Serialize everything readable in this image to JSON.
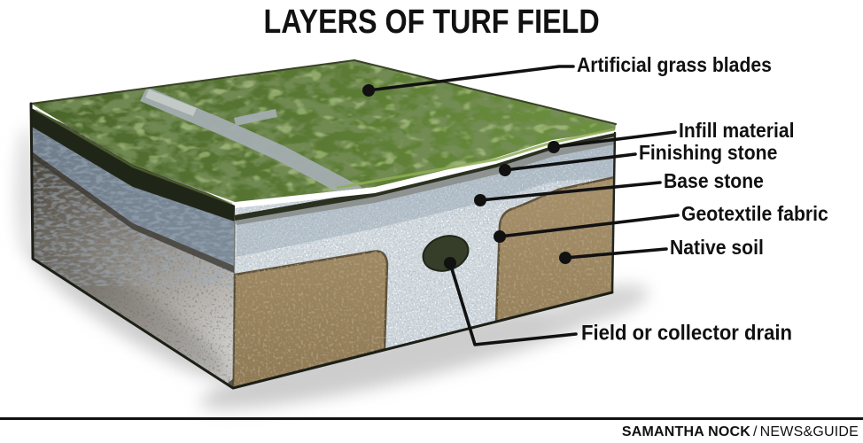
{
  "title": "LAYERS OF TURF FIELD",
  "labels": [
    {
      "id": "artificial-grass-blades",
      "text": "Artificial grass blades"
    },
    {
      "id": "infill-material",
      "text": "Infill material"
    },
    {
      "id": "finishing-stone",
      "text": "Finishing stone"
    },
    {
      "id": "base-stone",
      "text": "Base stone"
    },
    {
      "id": "geotextile-fabric",
      "text": "Geotextile fabric"
    },
    {
      "id": "native-soil",
      "text": "Native soil"
    },
    {
      "id": "field-collector-drain",
      "text": "Field or collector drain"
    }
  ],
  "credit": {
    "author": "SAMANTHA NOCK",
    "separator": "/",
    "publication": "NEWS&GUIDE"
  },
  "colors": {
    "background": "#ffffff",
    "ink": "#111111",
    "grass_dark": "#4b652c",
    "grass_light": "#6d9240",
    "grass_fringe": "#8fae57",
    "field_line_gray": "#a3adb0",
    "infill_gray": "#8e9392",
    "stone_light": "#d3dade",
    "stone_blue_shadow": "#77838f",
    "soil_tan": "#a18a63",
    "soil_shadow_face": "#4a443b",
    "drain": "#363d28"
  }
}
